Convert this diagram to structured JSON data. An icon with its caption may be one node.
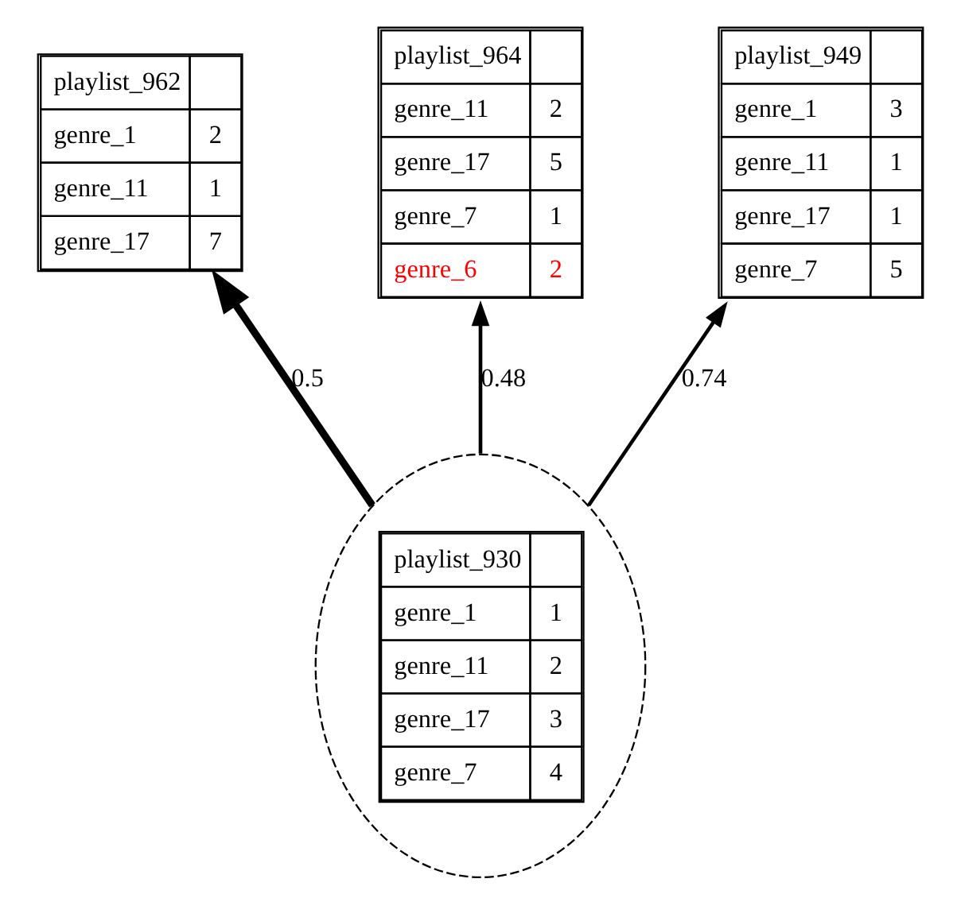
{
  "diagram": {
    "nodes": [
      {
        "text": [
          "playlist_962",
          "genre_1",
          "2",
          "genre_11",
          "1",
          "genre_17",
          "7"
        ]
      },
      {
        "text": [
          "playlist_964",
          "genre_11",
          "2",
          "genre_17",
          "5",
          "genre_7",
          "1",
          "genre_6",
          "2"
        ]
      },
      {
        "text": [],
        "shape": "circle"
      },
      {
        "text": [
          "playlist_930",
          "genre_1",
          "1",
          "genre_11",
          "2",
          "genre_17",
          "3",
          "genre_7",
          "4"
        ],
        "in": 2
      },
      {
        "text": [
          "playlist_949",
          "genre_1",
          "3",
          "genre_11",
          "1",
          "genre_17",
          "1",
          "genre_7",
          "5"
        ]
      }
    ],
    "edges": [
      {
        "from": 2,
        "to": 0,
        "arrow": "to",
        "label": "0.5",
        "style": "thick"
      },
      {
        "from": 2,
        "to": 1,
        "arrow": "to",
        "label": "0.48"
      },
      {
        "from": 2,
        "to": 4,
        "arrow": "to",
        "label": "0.74"
      }
    ]
  }
}
